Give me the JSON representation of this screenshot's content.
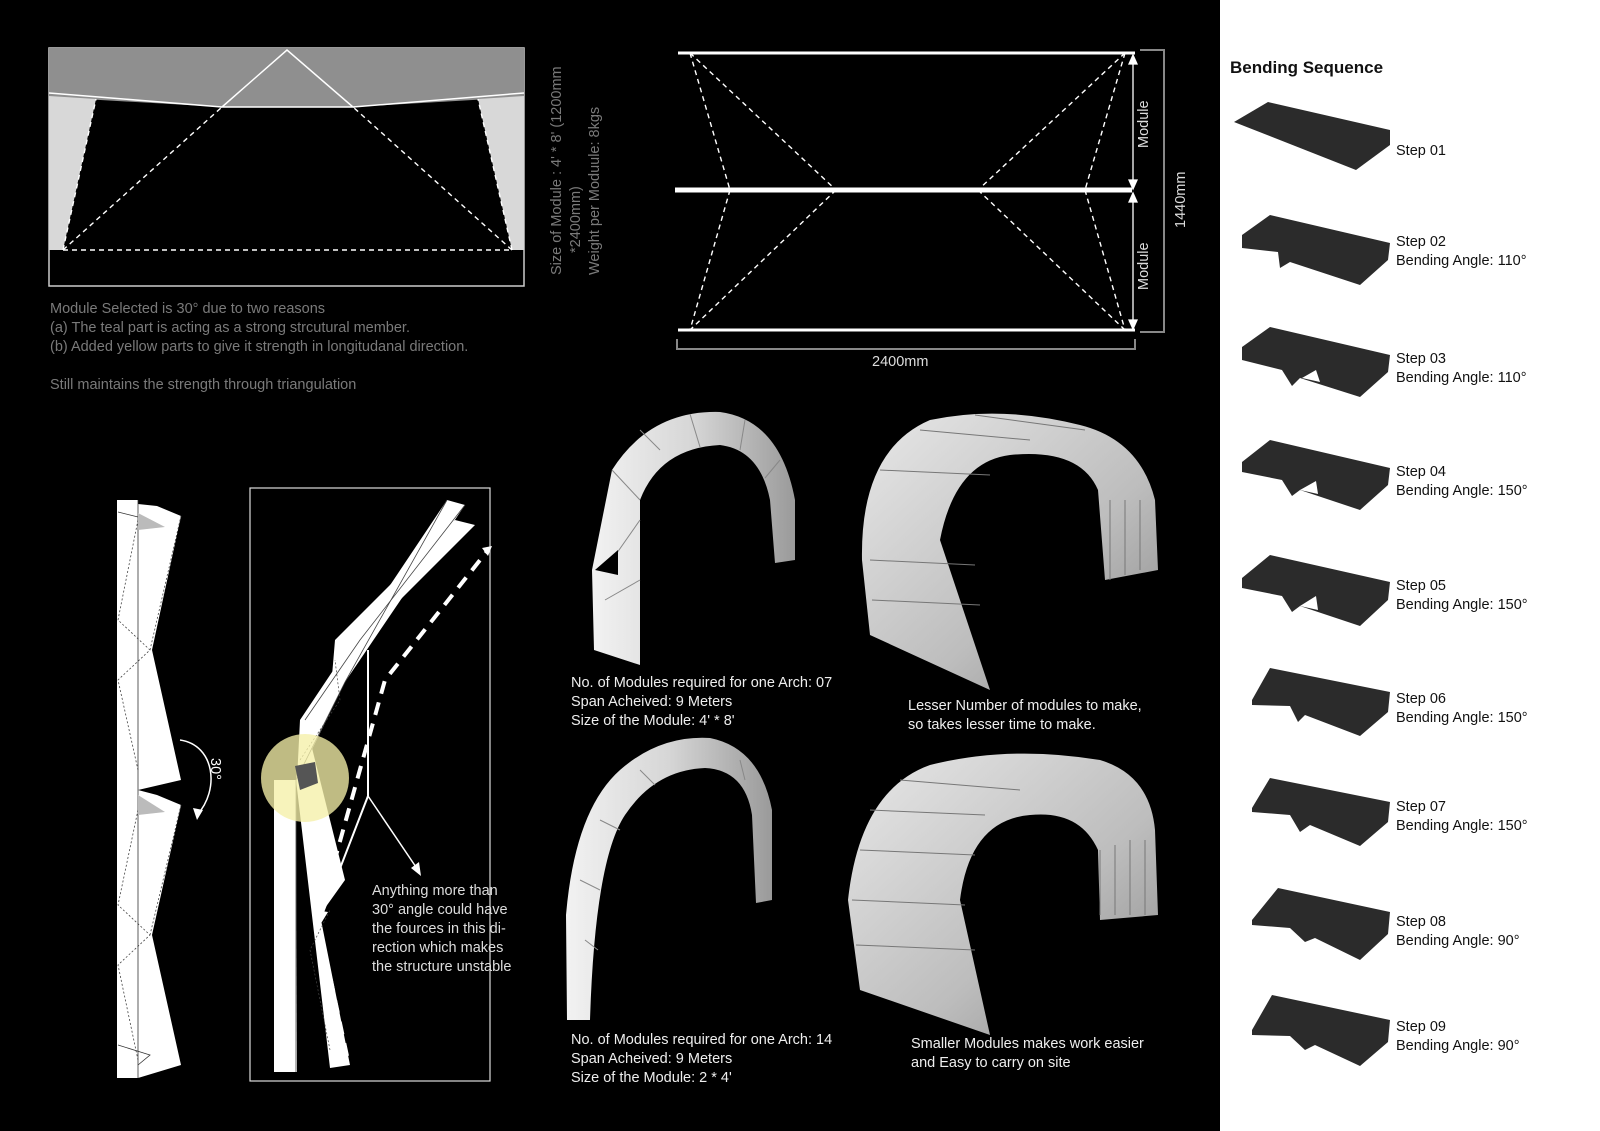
{
  "module_notes": {
    "line1": "Module Selected is 30° due to two reasons",
    "line2": "(a) The teal part is acting as a strong strcutural member.",
    "line3": "(b) Added yellow parts to give it strength in longitudanal direction.",
    "line4": "Still maintains the strength through triangulation"
  },
  "module_size": {
    "line1": "Size of Module : 4' * 8' (1200mm",
    "line2": "*2400mm)",
    "line3": "Weight per Moduule: 8kgs"
  },
  "plan_dims": {
    "width": "2400mm",
    "height": "1440mm",
    "module_top": "Module",
    "module_bottom": "Module"
  },
  "angle_diagram": {
    "angle_label": "30°",
    "note": [
      "Anything more than",
      "30° angle could have",
      "the fources in this di-",
      "rection which makes",
      "the structure unstable"
    ]
  },
  "arches": {
    "a1": [
      "No. of Modules required for one Arch: 07",
      "Span Acheived: 9 Meters",
      "Size of the Module: 4' * 8'"
    ],
    "a2": [
      "Lesser Number of modules to make,",
      "so takes lesser time to make."
    ],
    "a3": [
      "No. of Modules required for one Arch: 14",
      "Span Acheived: 9 Meters",
      "Size of the Module: 2 * 4'"
    ],
    "a4": [
      "Smaller Modules makes work easier",
      "and Easy to carry on site"
    ]
  },
  "bending": {
    "title": "Bending Sequence",
    "steps": [
      {
        "step": "Step 01",
        "angle": ""
      },
      {
        "step": "Step 02",
        "angle": "Bending Angle: 110°"
      },
      {
        "step": "Step 03",
        "angle": "Bending Angle: 110°"
      },
      {
        "step": "Step 04",
        "angle": "Bending Angle: 150°"
      },
      {
        "step": "Step 05",
        "angle": "Bending Angle: 150°"
      },
      {
        "step": "Step 06",
        "angle": "Bending Angle: 150°"
      },
      {
        "step": "Step 07",
        "angle": "Bending Angle: 150°"
      },
      {
        "step": "Step 08",
        "angle": "Bending Angle: 90°"
      },
      {
        "step": "Step 09",
        "angle": "Bending Angle: 90°"
      }
    ]
  },
  "colors": {
    "background": "#000000",
    "panel": "#ffffff",
    "module_dark": "#2b2b2b",
    "highlight": "#f5f0a8"
  }
}
